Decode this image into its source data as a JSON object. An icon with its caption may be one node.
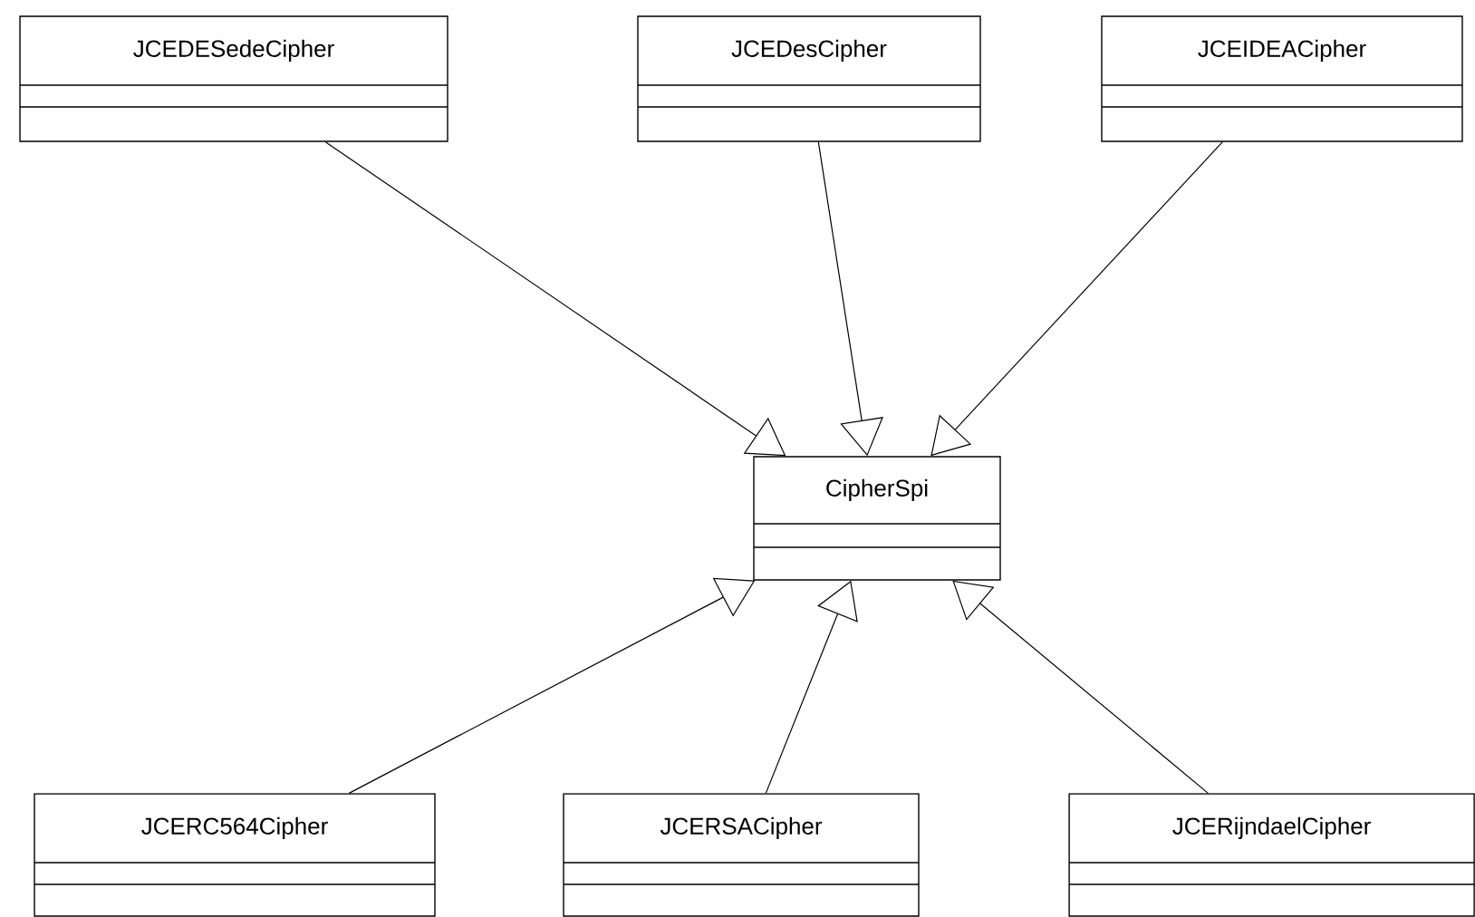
{
  "diagram": {
    "nodes": [
      {
        "text": [
          "JCEDESedeCipher"
        ]
      },
      {
        "text": [
          "JCEDesCipher"
        ]
      },
      {
        "text": [
          "JCEIDEACipher"
        ]
      },
      {
        "text": [
          "CipherSpi"
        ]
      },
      {
        "text": [
          "JCERC564Cipher"
        ]
      },
      {
        "text": [
          "JCERSACipher"
        ]
      },
      {
        "text": [
          "JCERijndaelCipher"
        ]
      }
    ],
    "edges": [
      {
        "from": 0,
        "to": 3,
        "arrow": "to"
      },
      {
        "from": 1,
        "to": 3,
        "arrow": "to"
      },
      {
        "from": 2,
        "to": 3,
        "arrow": "to"
      },
      {
        "from": 4,
        "to": 3,
        "arrow": "to"
      },
      {
        "from": 5,
        "to": 3,
        "arrow": "to"
      },
      {
        "from": 6,
        "to": 3,
        "arrow": "to"
      }
    ]
  }
}
